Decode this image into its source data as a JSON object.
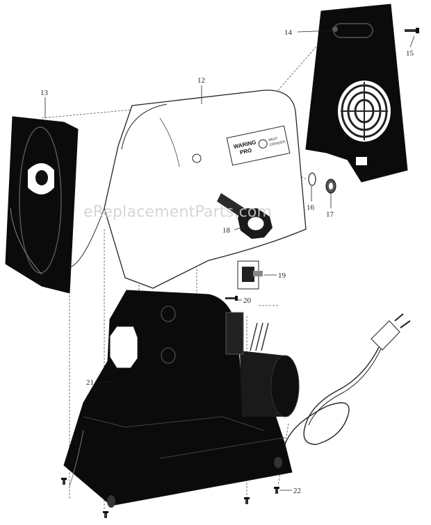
{
  "watermark": "eReplacementParts.com",
  "logo": {
    "brand_line1": "WARING",
    "brand_line2": "PRO",
    "label_line1": "MEAT",
    "label_line2": "GRINDER"
  },
  "callouts": {
    "p12": "12",
    "p13": "13",
    "p14": "14",
    "p15": "15",
    "p16": "16",
    "p17": "17",
    "p18": "18",
    "p19": "19",
    "p20": "20",
    "p21": "21",
    "p22": "22"
  }
}
